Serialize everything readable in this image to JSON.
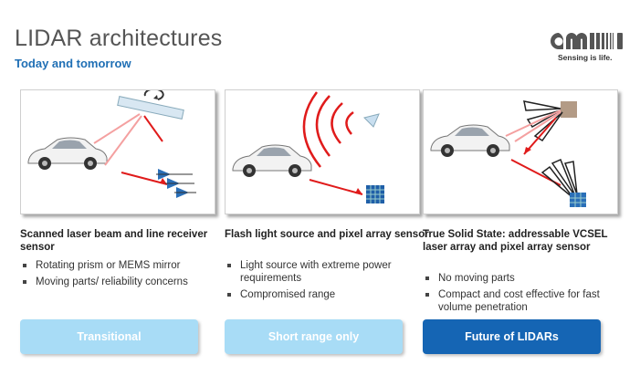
{
  "header": {
    "title": "LIDAR architectures",
    "subtitle": "Today and tomorrow",
    "logo_tagline": "Sensing is life."
  },
  "columns": [
    {
      "heading": "Scanned laser beam and line receiver sensor",
      "bullets": [
        "Rotating prism or MEMS mirror",
        "Moving parts/ reliability concerns"
      ],
      "button_label": "Transitional",
      "button_color": "#a8dcf6"
    },
    {
      "heading": "Flash light source and pixel array sensor",
      "bullets": [
        "Light source with extreme power requirements",
        "Compromised range"
      ],
      "button_label": "Short range only",
      "button_color": "#a8dcf6"
    },
    {
      "heading": "True Solid State: addressable VCSEL laser array and pixel array sensor",
      "bullets": [
        "No moving parts",
        "Compact and cost effective for fast volume penetration"
      ],
      "button_label": "Future of LIDARs",
      "button_color": "#1565b4"
    }
  ],
  "colors": {
    "title_gray": "#555555",
    "accent_blue": "#1f6fb5",
    "laser_red": "#e01b1b",
    "sensor_blue": "#2a6fb8"
  },
  "icons": [
    "car-icon",
    "mems-mirror-icon",
    "line-sensor-icon",
    "light-source-icon",
    "pixel-array-icon",
    "vcsel-array-icon"
  ]
}
